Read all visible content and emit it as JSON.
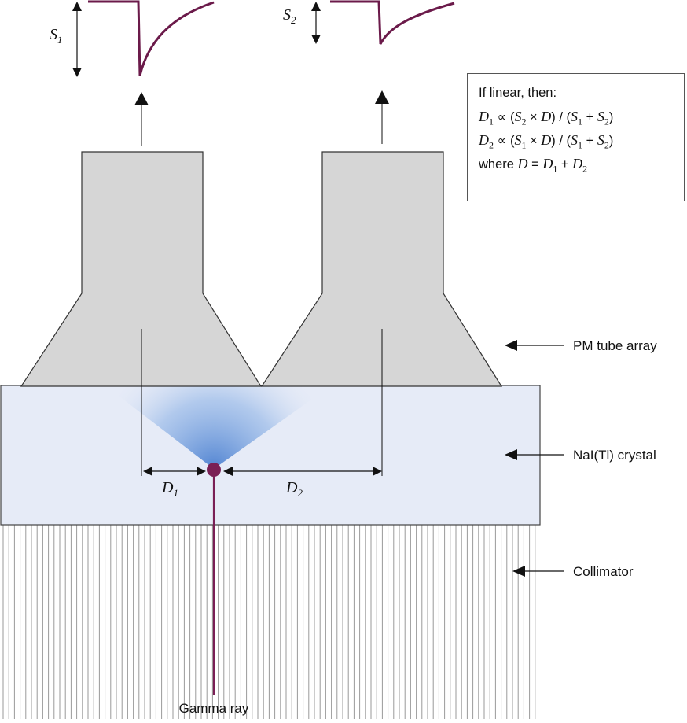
{
  "signals": {
    "s1": {
      "symbol": "S",
      "subscript": "1"
    },
    "s2": {
      "symbol": "S",
      "subscript": "2"
    }
  },
  "distances": {
    "d1": {
      "symbol": "D",
      "subscript": "1"
    },
    "d2": {
      "symbol": "D",
      "subscript": "2"
    }
  },
  "formula_box": {
    "title": "If linear, then:",
    "line_d1": {
      "lhs": "D",
      "lhs_sub": "1",
      "prop": " ∝ (",
      "a": "S",
      "a_sub": "2",
      "times": " × ",
      "d": "D",
      "mid": ") / (",
      "b": "S",
      "b_sub": "1",
      "plus": " + ",
      "c": "S",
      "c_sub": "2",
      "end": ")"
    },
    "line_d2": {
      "lhs": "D",
      "lhs_sub": "2",
      "prop": " ∝ (",
      "a": "S",
      "a_sub": "1",
      "times": " × ",
      "d": "D",
      "mid": ") / (",
      "b": "S",
      "b_sub": "1",
      "plus": " + ",
      "c": "S",
      "c_sub": "2",
      "end": ")"
    },
    "line_where": {
      "prefix": "where ",
      "d": "D",
      "eq": " = ",
      "a": "D",
      "a_sub": "1",
      "plus": " + ",
      "b": "D",
      "b_sub": "2"
    }
  },
  "labels": {
    "pm_tube_array": "PM tube array",
    "crystal": "NaI(Tl) crystal",
    "collimator": "Collimator",
    "gamma_ray": "Gamma ray"
  },
  "colors": {
    "tube_fill": "#d6d6d6",
    "crystal_fill": "#e6ebf7",
    "glow": "#5b8fd6",
    "signal": "#6b1a4a",
    "gamma": "#7a1f55",
    "outline": "#333333"
  }
}
